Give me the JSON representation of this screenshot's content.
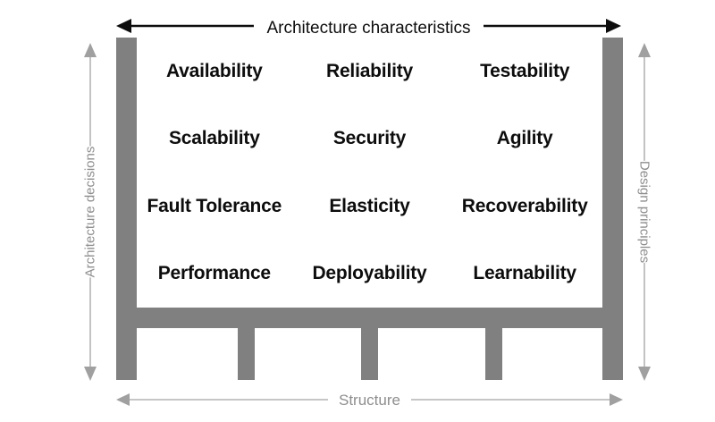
{
  "diagram": {
    "title": "Architecture characteristics temple",
    "colors": {
      "structure_gray": "#808080",
      "label_gray": "#8e8e8e",
      "text_black": "#0d0d0d",
      "background": "#ffffff"
    },
    "top_axis": {
      "label": "Architecture characteristics",
      "arrow": "double-headed-horizontal",
      "color": "#0d0d0d"
    },
    "left_axis": {
      "label": "Architecture decisions",
      "arrow": "double-headed-vertical",
      "color": "#8e8e8e"
    },
    "right_axis": {
      "label": "Design principles",
      "arrow": "double-headed-vertical",
      "color": "#8e8e8e"
    },
    "bottom_axis": {
      "label": "Structure",
      "arrow": "double-headed-horizontal",
      "color": "#8e8e8e"
    },
    "characteristics": [
      {
        "row": 1,
        "col": 1,
        "label": "Availability"
      },
      {
        "row": 1,
        "col": 2,
        "label": "Reliability"
      },
      {
        "row": 1,
        "col": 3,
        "label": "Testability"
      },
      {
        "row": 2,
        "col": 1,
        "label": "Scalability"
      },
      {
        "row": 2,
        "col": 2,
        "label": "Security"
      },
      {
        "row": 2,
        "col": 3,
        "label": "Agility"
      },
      {
        "row": 3,
        "col": 1,
        "label": "Fault Tolerance"
      },
      {
        "row": 3,
        "col": 2,
        "label": "Elasticity"
      },
      {
        "row": 3,
        "col": 3,
        "label": "Recoverability"
      },
      {
        "row": 4,
        "col": 1,
        "label": "Performance"
      },
      {
        "row": 4,
        "col": 2,
        "label": "Deployability"
      },
      {
        "row": 4,
        "col": 3,
        "label": "Learnability"
      }
    ]
  }
}
